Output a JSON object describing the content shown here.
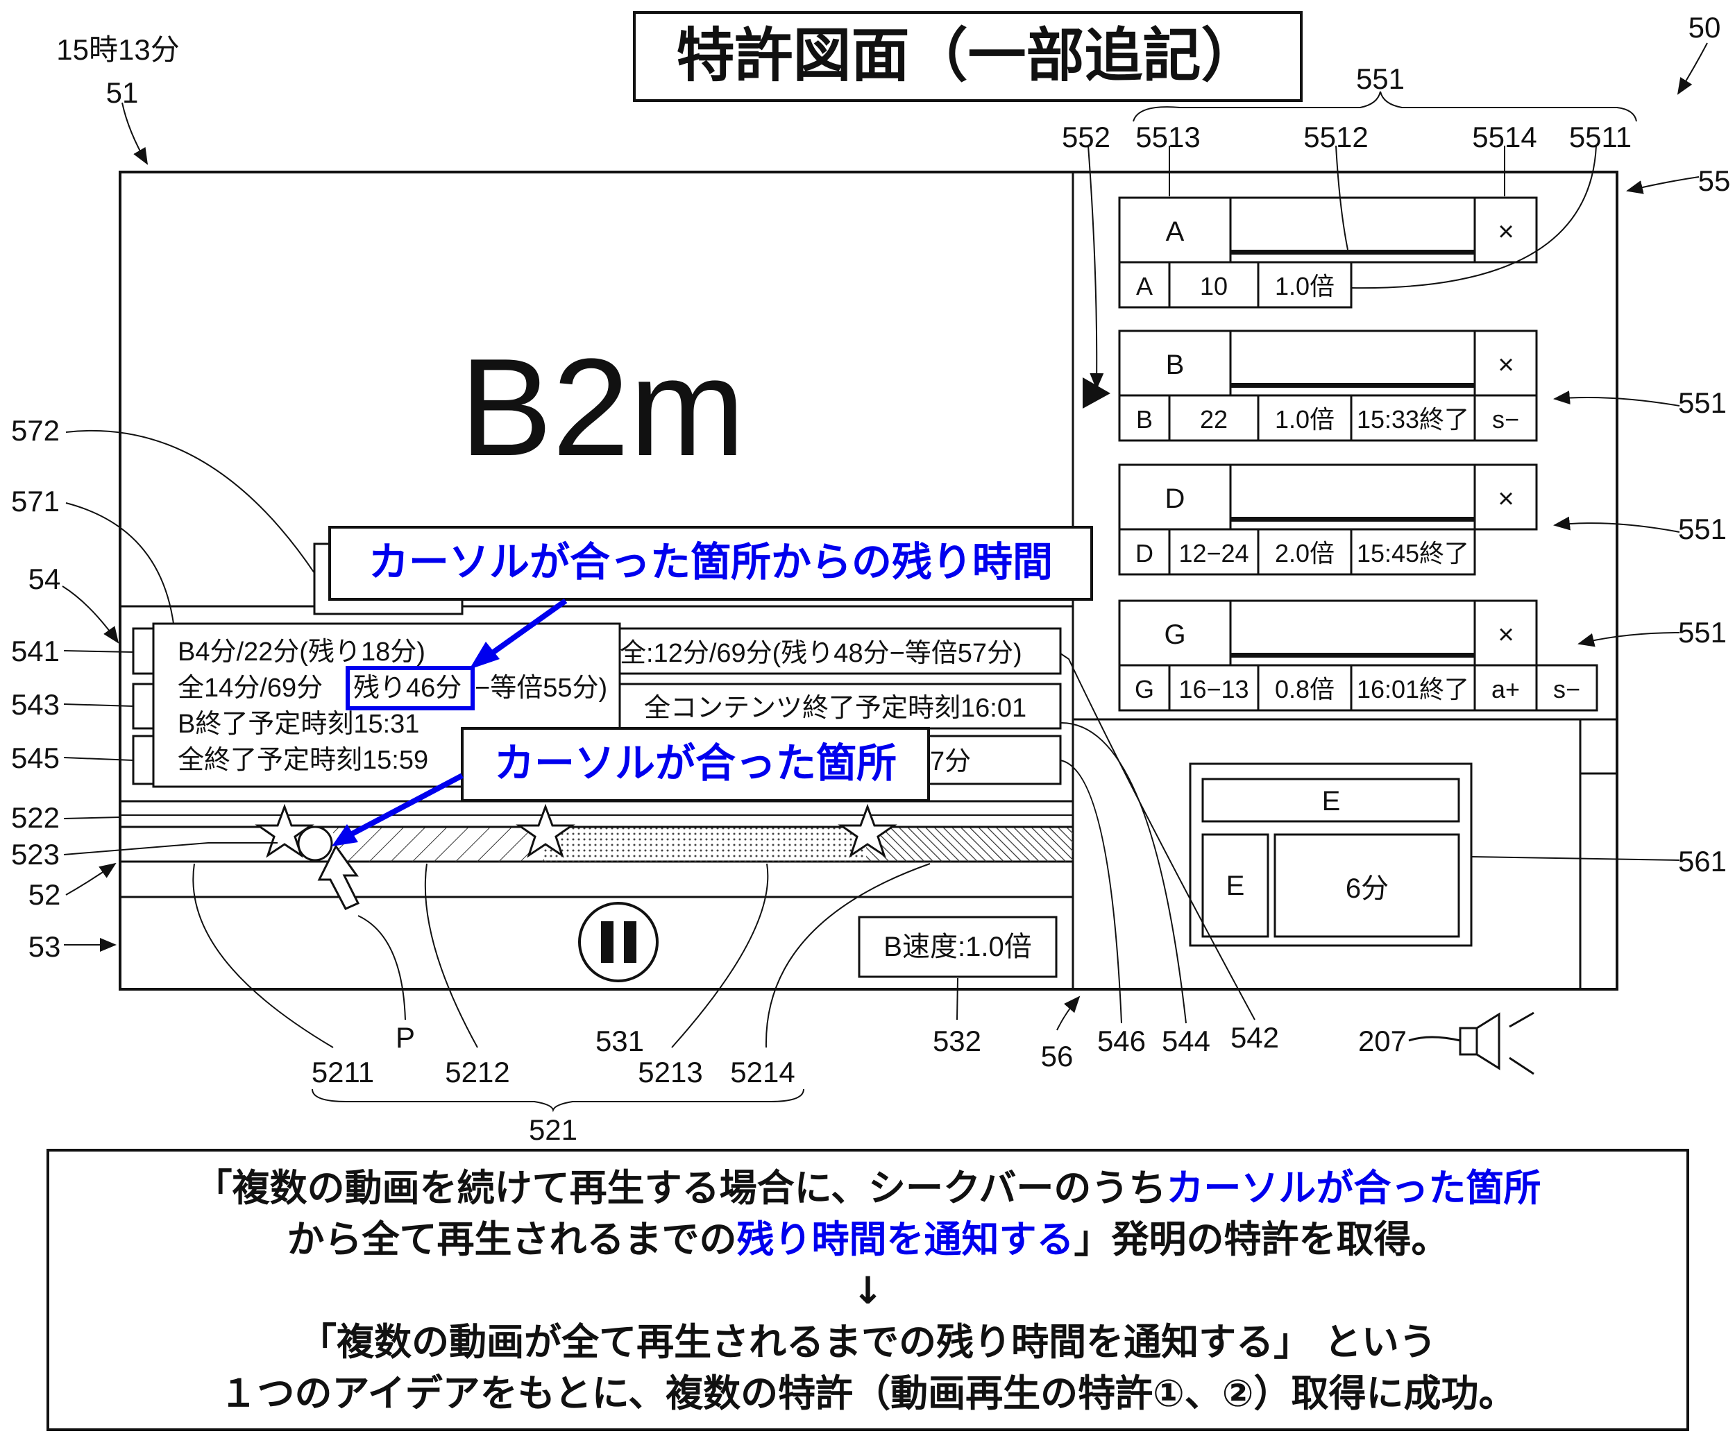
{
  "title": "特許図面（一部追記）",
  "clock": "15時13分",
  "main_display": "B2m",
  "labels": [
    "51",
    "50",
    "551",
    "552",
    "5513",
    "5512",
    "5514",
    "5511",
    "55",
    "551",
    "551",
    "551",
    "561",
    "572",
    "571",
    "54",
    "541",
    "543",
    "545",
    "522",
    "523",
    "52",
    "53",
    "P",
    "5211",
    "5212",
    "531",
    "5213",
    "5214",
    "521",
    "532",
    "56",
    "546",
    "544",
    "542",
    "207"
  ],
  "playlist": [
    {
      "name": "A",
      "seek_fill": 1.0,
      "close": "×",
      "cells": [
        "A",
        "10",
        "1.0倍"
      ]
    },
    {
      "name": "B",
      "seek_fill": 1.0,
      "close": "×",
      "cells": [
        "B",
        "22",
        "1.0倍",
        "15:33終了",
        "s−"
      ]
    },
    {
      "name": "D",
      "seek_fill": 1.0,
      "close": "×",
      "cells": [
        "D",
        "12−24",
        "2.0倍",
        "15:45終了"
      ]
    },
    {
      "name": "G",
      "seek_fill": 1.0,
      "close": "×",
      "cells": [
        "G",
        "16−13",
        "0.8倍",
        "16:01終了",
        "a+",
        "s−"
      ]
    }
  ],
  "tooltip": {
    "line1": "B4分/22分(残り18分)",
    "line2_pre": "全14分/69分",
    "line2_highlight": "残り46分",
    "line2_post": "−等倍55分)",
    "line3": "B終了予定時刻15:31",
    "line4": "全終了予定時刻15:59"
  },
  "info_rows": [
    "全:12分/69分(残り48分−等倍57分)",
    "全コンテンツ終了予定時刻16:01",
    "7分"
  ],
  "annotations": [
    "カーソルが合った箇所からの残り時間",
    "カーソルが合った箇所"
  ],
  "speed_label": "B速度:1.0倍",
  "side_panel": {
    "top": "E",
    "left": "E",
    "right": "6分"
  },
  "colors": {
    "accent": "#0000ee",
    "ink": "#111111"
  },
  "summary": {
    "l1a": "「複数の動画を続けて再生する場合に、シークバーのうち",
    "l1b": "カーソルが合った箇所",
    "l2a": "から全て再生されるまでの",
    "l2b": "残り時間を通知する",
    "l2c": "」発明の特許を取得。",
    "arrow": "↓",
    "l3": "「複数の動画が全て再生されるまでの残り時間を通知する」 という",
    "l4": "１つのアイデアをもとに、複数の特許（動画再生の特許①、②）取得に成功。"
  }
}
